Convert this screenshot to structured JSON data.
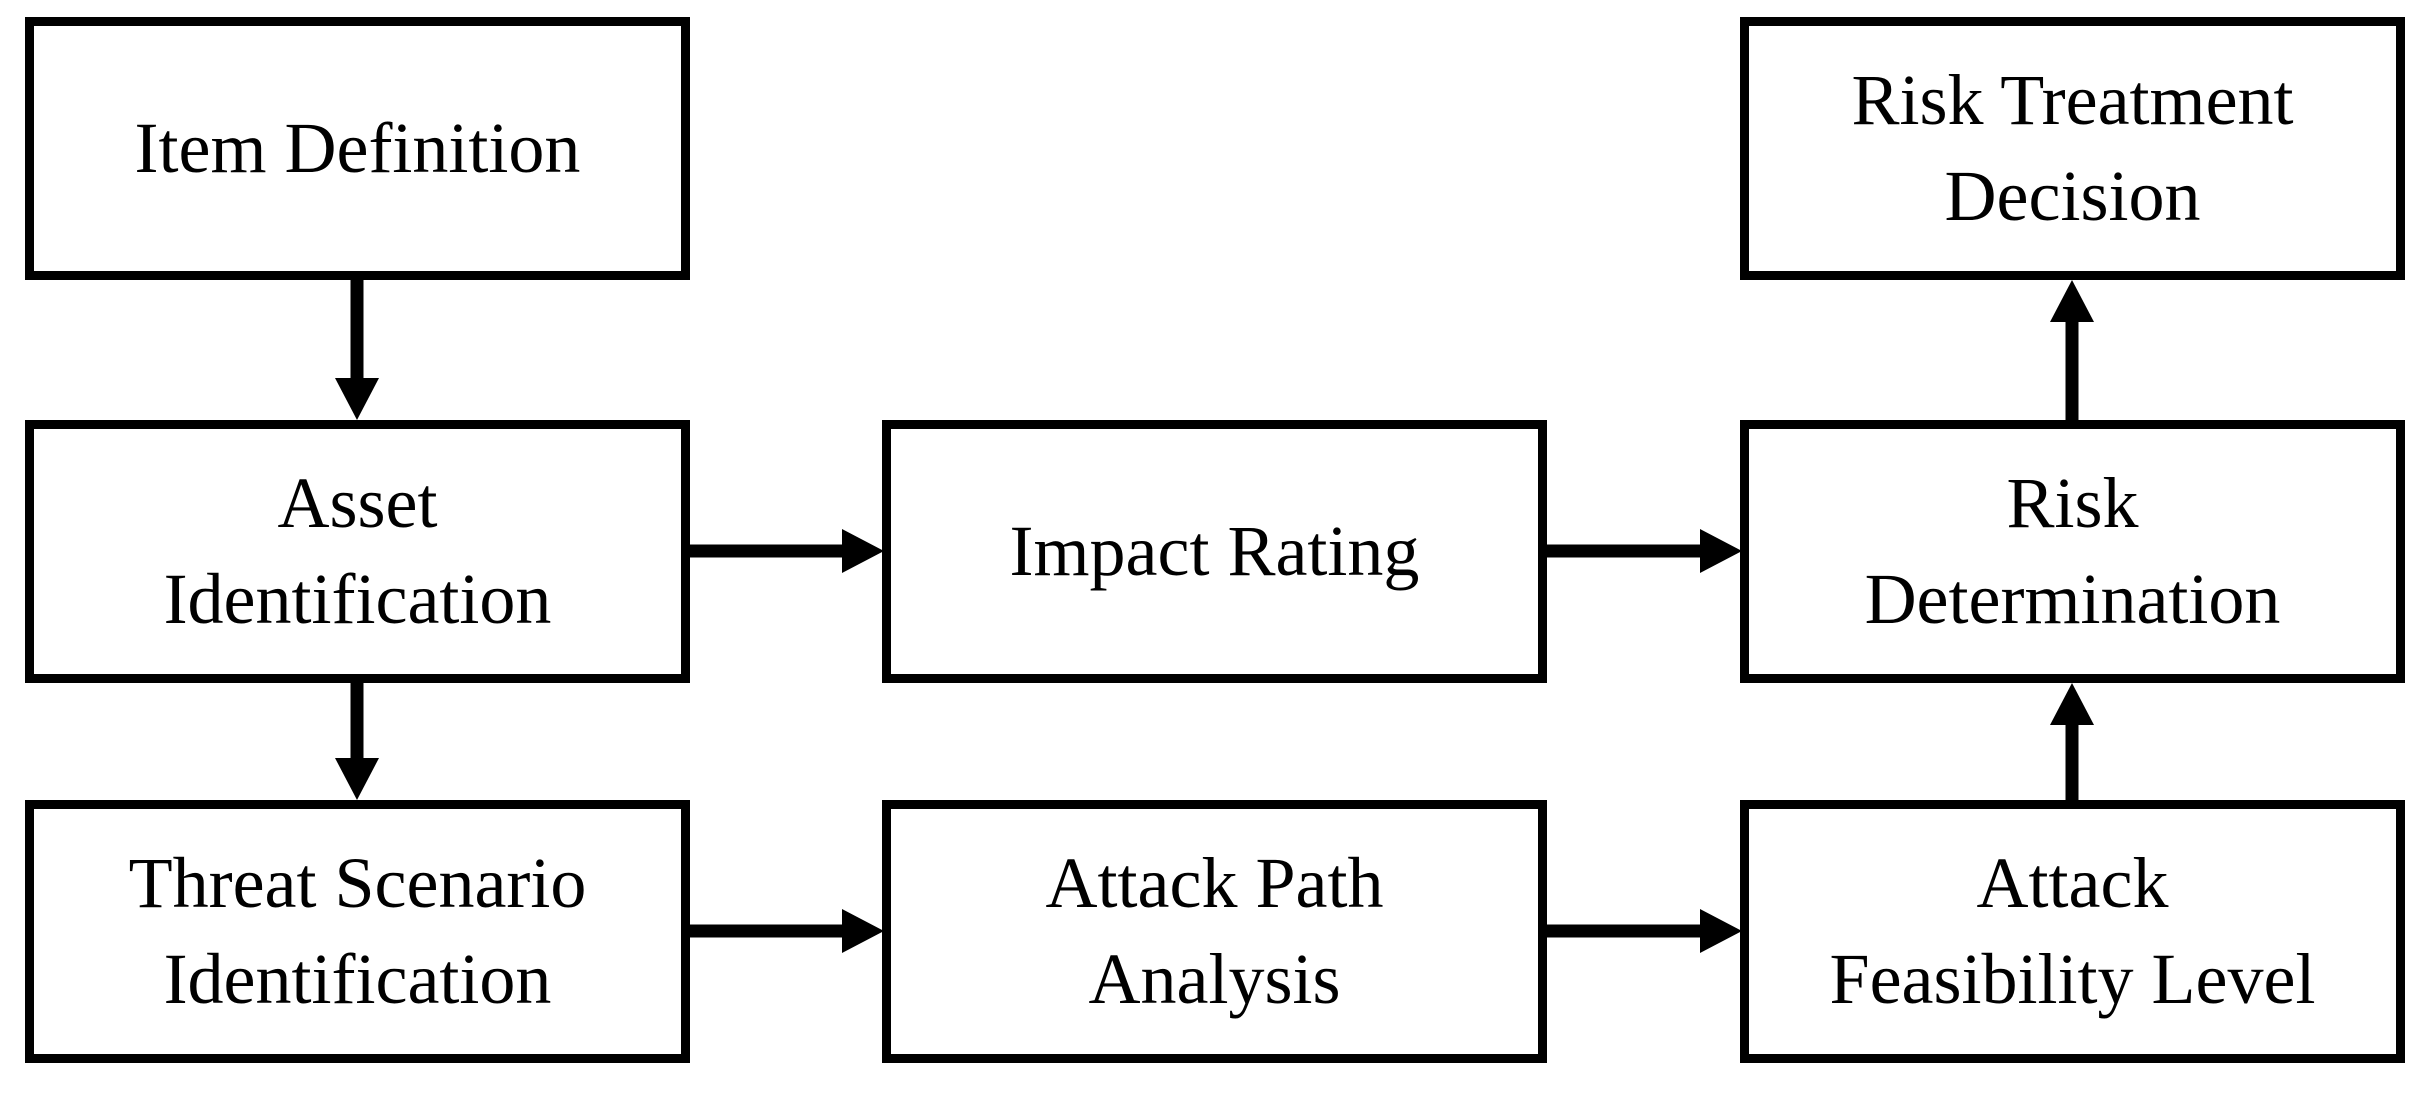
{
  "diagram": {
    "type": "flowchart",
    "title": "Risk assessment process flow",
    "nodes": {
      "item_definition": {
        "label": "Item Definition",
        "lines": [
          "Item Definition"
        ]
      },
      "asset_identification": {
        "label": "Asset Identification",
        "lines": [
          "Asset",
          "Identification"
        ]
      },
      "threat_scenario_identification": {
        "label": "Threat Scenario Identification",
        "lines": [
          "Threat Scenario",
          "Identification"
        ]
      },
      "impact_rating": {
        "label": "Impact Rating",
        "lines": [
          "Impact Rating"
        ]
      },
      "attack_path_analysis": {
        "label": "Attack Path Analysis",
        "lines": [
          "Attack Path",
          "Analysis"
        ]
      },
      "risk_treatment_decision": {
        "label": "Risk Treatment Decision",
        "lines": [
          "Risk Treatment",
          "Decision"
        ]
      },
      "risk_determination": {
        "label": "Risk Determination",
        "lines": [
          "Risk",
          "Determination"
        ]
      },
      "attack_feasibility_level": {
        "label": "Attack Feasibility Level",
        "lines": [
          "Attack",
          "Feasibility Level"
        ]
      }
    },
    "edges": [
      {
        "from": "item_definition",
        "to": "asset_identification",
        "direction": "down"
      },
      {
        "from": "asset_identification",
        "to": "threat_scenario_identification",
        "direction": "down"
      },
      {
        "from": "asset_identification",
        "to": "impact_rating",
        "direction": "right"
      },
      {
        "from": "impact_rating",
        "to": "risk_determination",
        "direction": "right"
      },
      {
        "from": "threat_scenario_identification",
        "to": "attack_path_analysis",
        "direction": "right"
      },
      {
        "from": "attack_path_analysis",
        "to": "attack_feasibility_level",
        "direction": "right"
      },
      {
        "from": "attack_feasibility_level",
        "to": "risk_determination",
        "direction": "up"
      },
      {
        "from": "risk_determination",
        "to": "risk_treatment_decision",
        "direction": "up"
      }
    ]
  },
  "colors": {
    "background": "#ffffff",
    "box_border": "#000000",
    "box_fill": "#ffffff",
    "text": "#000000",
    "arrow": "#000000"
  }
}
